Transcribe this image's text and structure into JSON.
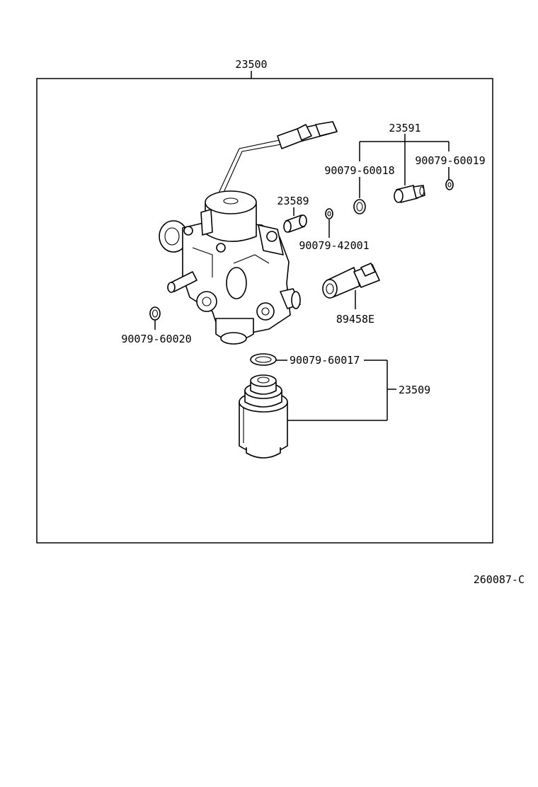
{
  "labels": {
    "assembly": "23500",
    "kit": "23591",
    "gasket_18": "90079-60018",
    "gasket_19": "90079-60019",
    "cushion": "23589",
    "gasket_42001": "90079-42001",
    "sensor": "89458E",
    "gasket_20": "90079-60020",
    "gasket_17": "90079-60017",
    "valve": "23509",
    "diagram_code": "260087-C"
  },
  "colors": {
    "ink": "#000000",
    "paper": "#ffffff"
  }
}
